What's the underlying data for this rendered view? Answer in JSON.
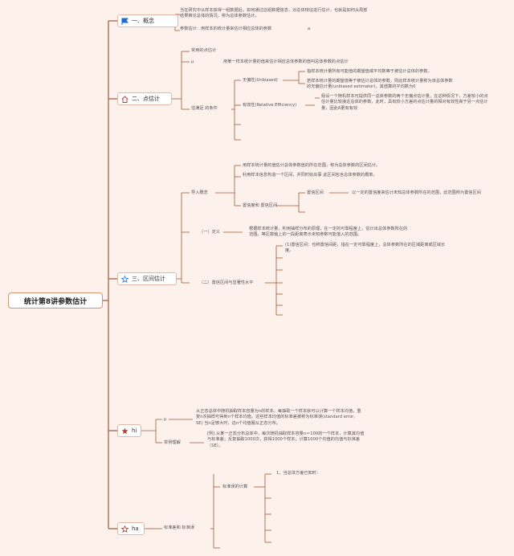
{
  "root": {
    "title": "统计第8讲参数估计"
  },
  "sections": [
    {
      "icon": "flag-icon",
      "label": "一、概念"
    },
    {
      "icon": "home-icon",
      "label": "二、点估计"
    },
    {
      "icon": "star-outline-icon",
      "label": "三、区间估计"
    },
    {
      "icon": "star-filled-icon",
      "label": "hi"
    },
    {
      "icon": "star-outline-icon",
      "label": "ha"
    }
  ],
  "concept": {
    "line1": "当在研究中从样本获得一组数据后，如何通过这组数据信息，对总体特征进行估计，也就是如何从局部结果推论总体的情况，称为总体参数估计。",
    "line2": "参数估计：用样本的统计量来估计相应总体的参数",
    "line2_tail": "a"
  },
  "point": {
    "common": "常用的点估计",
    "mu": "μ",
    "mu_text": "用某一样本统计量的值来估计相应总体参数的值叫总体参数的点估计",
    "criteria": "估满足 的条件",
    "unbiased": "无偏性(Unbiased)",
    "unbiased_1": "指样本统计量所有可能值的期望值或平均数等于被估计总体的参数。",
    "unbiased_2": "若样本统计量的期望值等于被估计总体的参数，则此样本统计量称为该总体参数的无偏估计量(unbiased estimator)，其值算的平均数为0",
    "efficiency": "有效性(Relative Efficiency)",
    "efficiency_text": "假设一个随机样本可提供同一总体参数的两个无偏点估计量，在这种情况下，方差较小的点估计量比较接近总体的参数，此时，具有较小方差的点估计量的相对有效性高于另一点估计量，因此A更有有效"
  },
  "interval": {
    "intro": "导入概念",
    "intro_1": "用样本统计量的值估计总体参数值的所在范围，称为总体参数的区间估计。",
    "intro_2": "利用样本信息构造一个区间，并同时给出事 此区间包含总体参数的概率。",
    "intro_3": "置信度和 置信区间",
    "ci_label": "置信区间",
    "ci_text": "以一定的置信度来估计未知总体参数所在的范围，此范围称为置信区间",
    "def": "（一）定义",
    "def_text": "根据样本统计量，利用抽样分布的原理，在一定的可靠程度上，估计出总体参数所在的范围。等区数轴上的一段距离表示未知参数可能落入的范围。",
    "cl": "（二）置信区间与显著性水平",
    "cl_1": "(1)置信区间：也称置信间距，指在一定可靠程度上，总体参数所在的区域距离或区域长度。"
  },
  "hi": {
    "mu": "μ",
    "mu_text": "从正态总体中随机抽取样本容量为n的样本，每抽取一个样本就可以计算一个样本均值，重复n次抽样可得到n个样本均值。这些样本均值的标准差被称为标准误(standard error, SE) 当n足够大时，这n个均值服从正态分布。",
    "example": "举例理解",
    "example_text": "[例] 从某一正态分布总体中，每次随机抽取样本容量n＝100的一个样本，计算其均值与标准差；反复抽取1000次，获得1000个样本；计算1000个均值的均值与标准差（SE）。"
  },
  "ha": {
    "label": "标准差和 标准误",
    "se_calc": "标准误的计算",
    "variance_known": "1、当总体方差已知时："
  }
}
